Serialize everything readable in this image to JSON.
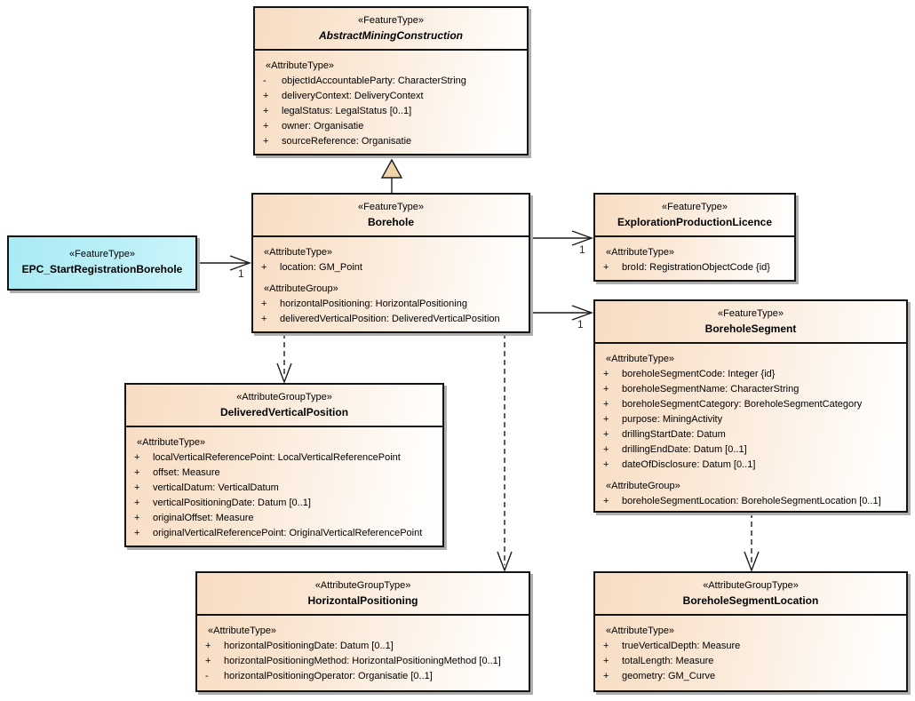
{
  "diagram_type": "UML class diagram",
  "colors": {
    "class_fill_left": "#f8dcc2",
    "class_fill_right": "#fffdfb",
    "epc_fill": "#aaeaf4",
    "border": "#141414",
    "shadow": "#aeaeae",
    "generalization_triangle_fill": "#efd3ab",
    "text": "#000000"
  },
  "classes": {
    "amc": {
      "stereotype": "«FeatureType»",
      "name": "AbstractMiningConstruction",
      "h1": "«AttributeType»",
      "attrs1": [
        {
          "vis": "-",
          "text": "objectIdAccountableParty: CharacterString"
        },
        {
          "vis": "+",
          "text": "deliveryContext: DeliveryContext"
        },
        {
          "vis": "+",
          "text": "legalStatus: LegalStatus [0..1]"
        },
        {
          "vis": "+",
          "text": "owner: Organisatie"
        },
        {
          "vis": "+",
          "text": "sourceReference: Organisatie"
        }
      ]
    },
    "borehole": {
      "stereotype": "«FeatureType»",
      "name": "Borehole",
      "h1": "«AttributeType»",
      "attrs1": [
        {
          "vis": "+",
          "text": "location: GM_Point"
        }
      ],
      "h2": "«AttributeGroup»",
      "attrs2": [
        {
          "vis": "+",
          "text": "horizontalPositioning: HorizontalPositioning"
        },
        {
          "vis": "+",
          "text": "deliveredVerticalPosition: DeliveredVerticalPosition"
        }
      ]
    },
    "epc": {
      "stereotype": "«FeatureType»",
      "name": "EPC_StartRegistrationBorehole"
    },
    "epl": {
      "stereotype": "«FeatureType»",
      "name": "ExplorationProductionLicence",
      "h1": "«AttributeType»",
      "attrs1": [
        {
          "vis": "+",
          "text": "broId: RegistrationObjectCode {id}"
        }
      ]
    },
    "segment": {
      "stereotype": "«FeatureType»",
      "name": "BoreholeSegment",
      "h1": "«AttributeType»",
      "attrs1": [
        {
          "vis": "+",
          "text": "boreholeSegmentCode: Integer {id}"
        },
        {
          "vis": "+",
          "text": "boreholeSegmentName: CharacterString"
        },
        {
          "vis": "+",
          "text": "boreholeSegmentCategory: BoreholeSegmentCategory"
        },
        {
          "vis": "+",
          "text": "purpose: MiningActivity"
        },
        {
          "vis": "+",
          "text": "drillingStartDate: Datum"
        },
        {
          "vis": "+",
          "text": "drillingEndDate: Datum [0..1]"
        },
        {
          "vis": "+",
          "text": "dateOfDisclosure: Datum [0..1]"
        }
      ],
      "h2": "«AttributeGroup»",
      "attrs2": [
        {
          "vis": "+",
          "text": "boreholeSegmentLocation: BoreholeSegmentLocation [0..1]"
        }
      ]
    },
    "dvp": {
      "stereotype": "«AttributeGroupType»",
      "name": "DeliveredVerticalPosition",
      "h1": "«AttributeType»",
      "attrs1": [
        {
          "vis": "+",
          "text": "localVerticalReferencePoint: LocalVerticalReferencePoint"
        },
        {
          "vis": "+",
          "text": "offset: Measure"
        },
        {
          "vis": "+",
          "text": "verticalDatum: VerticalDatum"
        },
        {
          "vis": "+",
          "text": "verticalPositioningDate: Datum [0..1]"
        },
        {
          "vis": "+",
          "text": "originalOffset: Measure"
        },
        {
          "vis": "+",
          "text": "originalVerticalReferencePoint: OriginalVerticalReferencePoint"
        }
      ]
    },
    "hp": {
      "stereotype": "«AttributeGroupType»",
      "name": "HorizontalPositioning",
      "h1": "«AttributeType»",
      "attrs1": [
        {
          "vis": "+",
          "text": "horizontalPositioningDate: Datum [0..1]"
        },
        {
          "vis": "+",
          "text": "horizontalPositioningMethod: HorizontalPositioningMethod [0..1]"
        },
        {
          "vis": "-",
          "text": "horizontalPositioningOperator: Organisatie [0..1]"
        }
      ]
    },
    "bsl": {
      "stereotype": "«AttributeGroupType»",
      "name": "BoreholeSegmentLocation",
      "h1": "«AttributeType»",
      "attrs1": [
        {
          "vis": "+",
          "text": "trueVerticalDepth: Measure"
        },
        {
          "vis": "+",
          "text": "totalLength: Measure"
        },
        {
          "vis": "+",
          "text": "geometry: GM_Curve"
        }
      ]
    }
  },
  "multiplicities": {
    "epc_to_borehole": "1",
    "borehole_to_licence": "1",
    "borehole_to_segment": "1"
  },
  "connectors": [
    {
      "type": "generalization",
      "from": "Borehole",
      "to": "AbstractMiningConstruction"
    },
    {
      "type": "association",
      "from": "EPC_StartRegistrationBorehole",
      "to": "Borehole",
      "target_multiplicity": "1"
    },
    {
      "type": "association",
      "from": "Borehole",
      "to": "ExplorationProductionLicence",
      "target_multiplicity": "1"
    },
    {
      "type": "association",
      "from": "Borehole",
      "to": "BoreholeSegment",
      "target_multiplicity": "1"
    },
    {
      "type": "dependency",
      "from": "Borehole",
      "to": "DeliveredVerticalPosition"
    },
    {
      "type": "dependency",
      "from": "Borehole",
      "to": "HorizontalPositioning"
    },
    {
      "type": "dependency",
      "from": "BoreholeSegment",
      "to": "BoreholeSegmentLocation"
    }
  ]
}
